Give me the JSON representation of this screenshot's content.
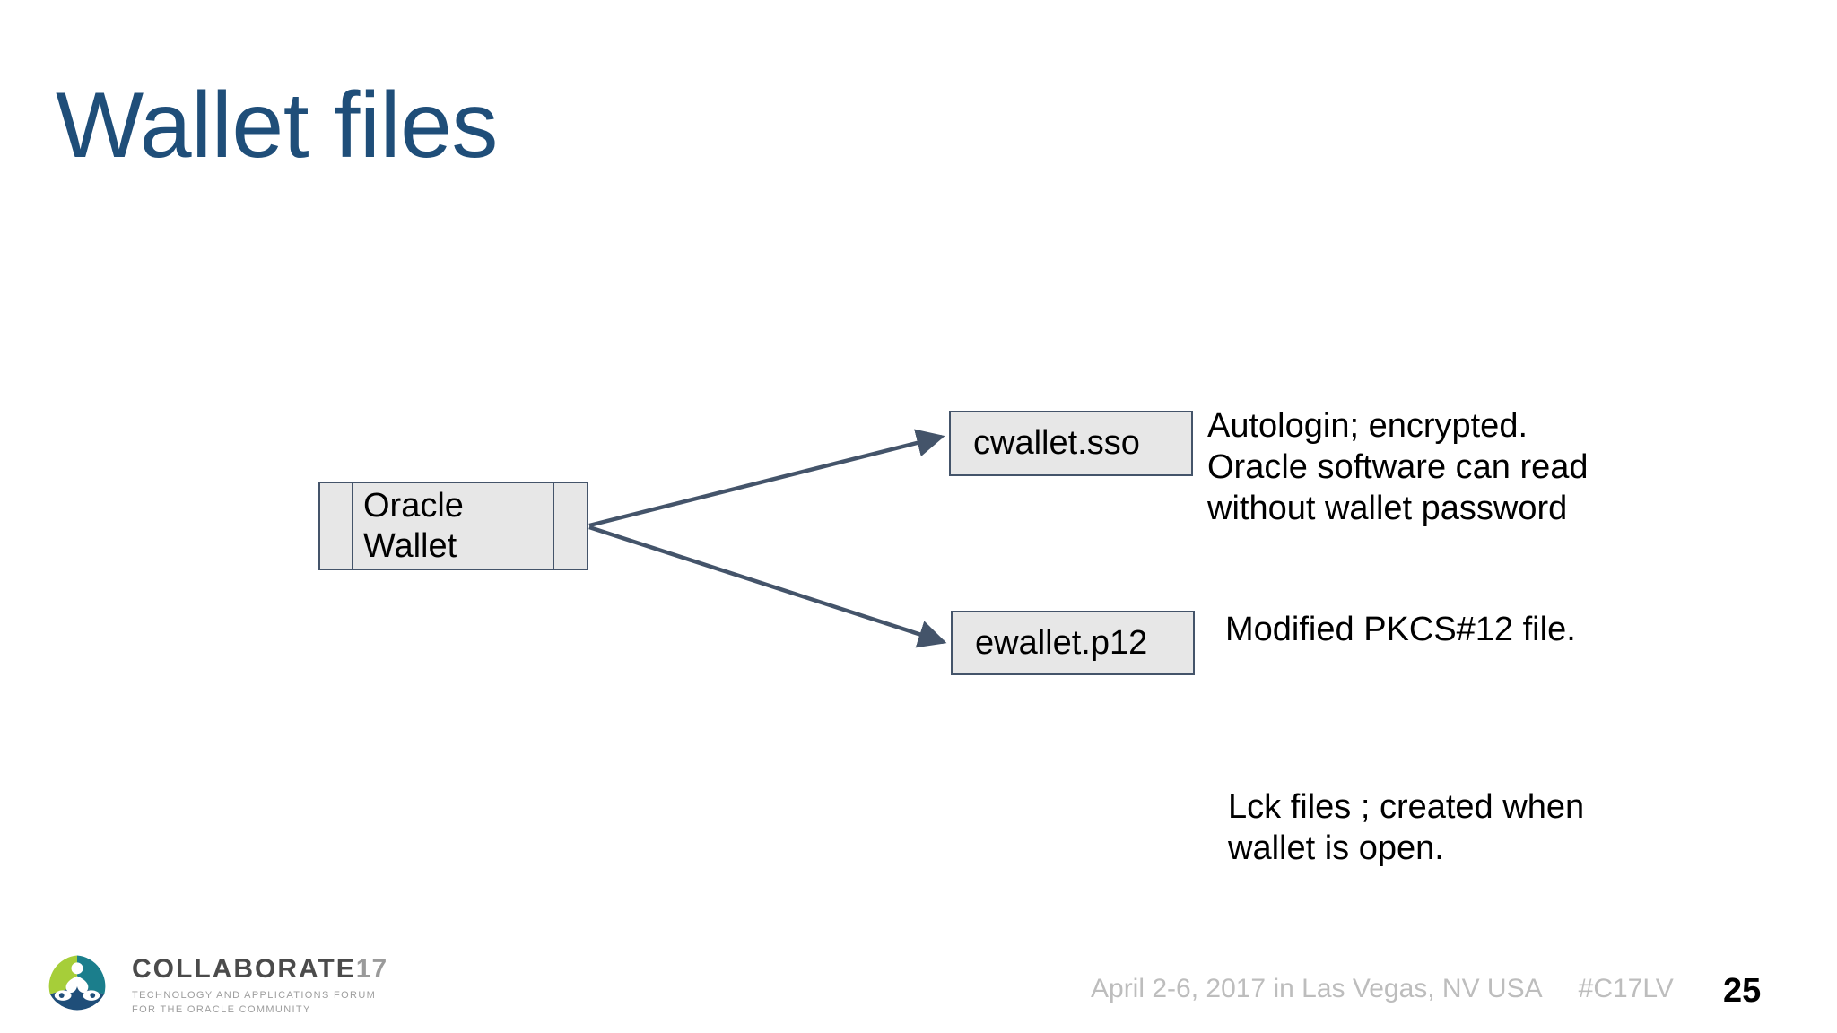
{
  "slide": {
    "title": "Wallet files",
    "title_color": "#1F4E79",
    "number": "25",
    "background": "#FFFFFF"
  },
  "diagram": {
    "shape_fill": "#E7E7E7",
    "shape_border": "#44546A",
    "connector_color": "#44546A",
    "nodes": [
      {
        "id": "oracle-wallet",
        "label": "Oracle\nWallet",
        "shape": "predefined-process"
      },
      {
        "id": "cwallet-sso",
        "label": "cwallet.sso",
        "shape": "rectangle"
      },
      {
        "id": "ewallet-p12",
        "label": "ewallet.p12",
        "shape": "rectangle"
      }
    ],
    "connectors": [
      {
        "from": "oracle-wallet",
        "to": "cwallet-sso",
        "arrow": "end"
      },
      {
        "from": "oracle-wallet",
        "to": "ewallet-p12",
        "arrow": "end"
      }
    ],
    "notes": [
      {
        "id": "note-cwallet",
        "text": "Autologin; encrypted.\nOracle software can read\nwithout wallet password"
      },
      {
        "id": "note-ewallet",
        "text": "Modified PKCS#12 file."
      },
      {
        "id": "note-lck",
        "text": "Lck files ; created when\nwallet is open."
      }
    ]
  },
  "footer": {
    "logo_wordmark": "COLLABORATE",
    "logo_year": "17",
    "logo_tagline": "TECHNOLOGY AND APPLICATIONS FORUM\nFOR THE ORACLE COMMUNITY",
    "info": "April 2-6, 2017 in Las Vegas, NV USA     #C17LV",
    "logo_colors": {
      "green": "#A6CE39",
      "teal": "#1B7E8C",
      "navy": "#1F4E79",
      "wordmark": "#4B4B4B",
      "year": "#9A9A9A"
    }
  }
}
